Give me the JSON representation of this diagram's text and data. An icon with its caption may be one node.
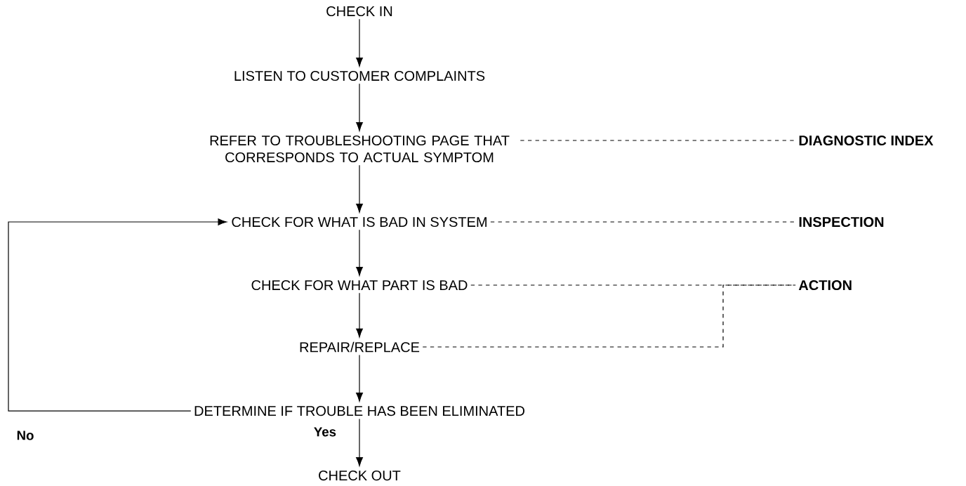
{
  "diagram": {
    "nodes": [
      {
        "text": [
          "CHECK IN"
        ]
      },
      {
        "text": [
          "LISTEN TO CUSTOMER COMPLAINTS"
        ]
      },
      {
        "text": [
          "REFER TO TROUBLESHOOTING PAGE THAT CORRESPONDS TO ACTUAL SYMPTOM"
        ]
      },
      {
        "text": [
          "CHECK FOR WHAT IS BAD IN SYSTEM"
        ]
      },
      {
        "text": [
          "CHECK FOR WHAT PART IS BAD"
        ]
      },
      {
        "text": [
          "REPAIR/REPLACE"
        ]
      },
      {
        "text": [
          "DETERMINE IF TROUBLE HAS BEEN ELIMINATED"
        ]
      },
      {
        "text": [
          "CHECK OUT"
        ]
      },
      {
        "text": [
          "DIAGNOSTIC INDEX"
        ]
      },
      {
        "text": [
          "INSPECTION"
        ]
      },
      {
        "text": [
          "ACTION"
        ]
      }
    ],
    "edges": [
      {
        "from": 0,
        "to": 1,
        "arrow": "to"
      },
      {
        "from": 1,
        "to": 2,
        "arrow": "to"
      },
      {
        "from": 2,
        "to": 3,
        "arrow": "to"
      },
      {
        "from": 3,
        "to": 4,
        "arrow": "to"
      },
      {
        "from": 4,
        "to": 5,
        "arrow": "to"
      },
      {
        "from": 5,
        "to": 6,
        "arrow": "to"
      },
      {
        "from": 6,
        "to": 7,
        "arrow": "to",
        "label": "Yes"
      },
      {
        "from": 6,
        "to": 3,
        "arrow": "to",
        "label": "No"
      },
      {
        "from": 2,
        "to": 8,
        "arrow": "none",
        "style": "dashed"
      },
      {
        "from": 3,
        "to": 9,
        "arrow": "none",
        "style": "dashed"
      },
      {
        "from": 4,
        "to": 10,
        "arrow": "none",
        "style": "dashed"
      },
      {
        "from": 5,
        "to": 10,
        "arrow": "none",
        "style": "dashed"
      }
    ]
  }
}
